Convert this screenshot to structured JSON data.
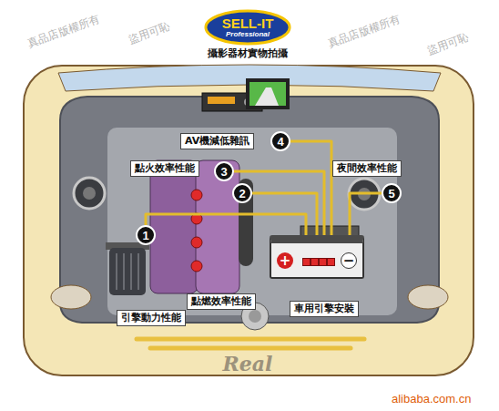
{
  "diagram": {
    "nodes": [
      {
        "text": [
          "SELL-IT",
          "Professional"
        ]
      },
      {
        "text": [
          "AV機減低雜訊"
        ]
      },
      {
        "text": [
          "點火效率性能"
        ]
      },
      {
        "text": [
          "夜間效率性能"
        ]
      },
      {
        "text": [
          "點燃效率性能"
        ]
      },
      {
        "text": [
          "引擎動力性能"
        ]
      },
      {
        "text": [
          "車用引擎安裝"
        ]
      },
      {
        "text": [
          "1"
        ]
      },
      {
        "text": [
          "2"
        ]
      },
      {
        "text": [
          "3"
        ]
      },
      {
        "text": [
          "4"
        ]
      },
      {
        "text": [
          "5"
        ]
      },
      {
        "text": [
          "+",
          "−"
        ]
      }
    ],
    "edges": [
      {
        "from": 7,
        "to": 12,
        "arrow": "none"
      },
      {
        "from": 8,
        "to": 12,
        "arrow": "none"
      },
      {
        "from": 9,
        "to": 12,
        "arrow": "none"
      },
      {
        "from": 10,
        "to": 12,
        "arrow": "none"
      },
      {
        "from": 11,
        "to": 12,
        "arrow": "none"
      }
    ],
    "labels": [
      "攝影器材實物拍攝",
      "真品店版權所有",
      "盜用可恥",
      "真品店版權所有",
      "盜用可恥",
      "Real",
      "alibaba.com.cn"
    ]
  }
}
